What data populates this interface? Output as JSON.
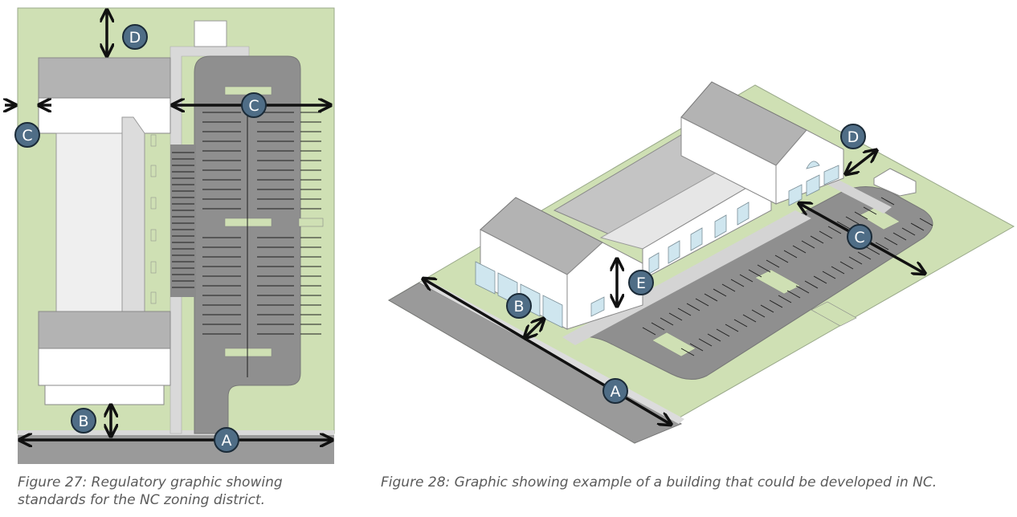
{
  "figure27": {
    "caption": "Figure 27: Regulatory graphic showing standards for the NC zoning district.",
    "markers": {
      "a": "A",
      "b": "B",
      "c1": "C",
      "c2": "C",
      "d": "D"
    }
  },
  "figure28": {
    "caption": "Figure 28: Graphic showing example of a building that could be developed in NC.",
    "markers": {
      "a": "A",
      "b": "B",
      "c": "C",
      "d": "D",
      "e": "E"
    }
  },
  "colors": {
    "lawn": "#cfe0b4",
    "parking": "#8f8f8f",
    "roof": "#b3b3b3",
    "building": "#ffffff",
    "marker": "#4f6d86",
    "window": "#cfe6ef",
    "road": "#9a9a9a"
  }
}
